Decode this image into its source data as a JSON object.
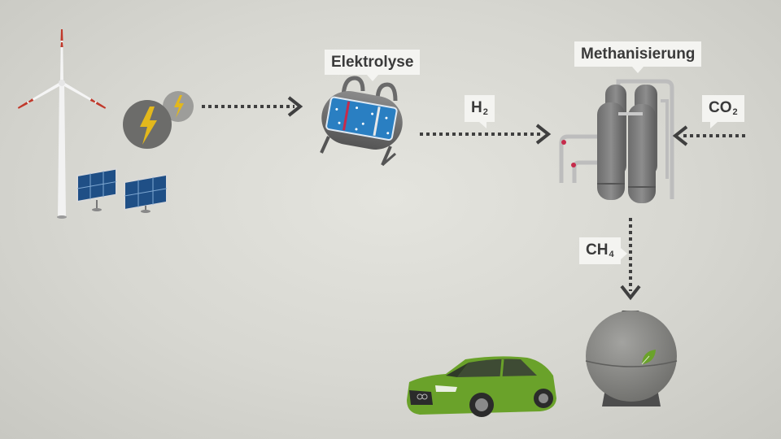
{
  "labels": {
    "elektrolyse": "Elektrolyse",
    "methanisierung": "Methanisierung",
    "h2_main": "H",
    "h2_sub": "2",
    "co2_main": "CO",
    "co2_sub": "2",
    "ch4_main": "CH",
    "ch4_sub": "4"
  },
  "icons": {
    "wind": "wind-turbine-icon",
    "solar": "solar-panel-icon",
    "power": "lightning-icon",
    "electrolyzer": "electrolysis-tank-icon",
    "methanation": "methanation-plant-icon",
    "gas_tank": "gas-storage-tank-icon",
    "car": "car-icon",
    "leaf": "leaf-icon"
  },
  "colors": {
    "background": "#d8d8d2",
    "arrow": "#3f3f3f",
    "car": "#6aa22a",
    "water": "#2a7fc2",
    "bolt": "#e3b81c",
    "turbine_red": "#c0392b"
  }
}
